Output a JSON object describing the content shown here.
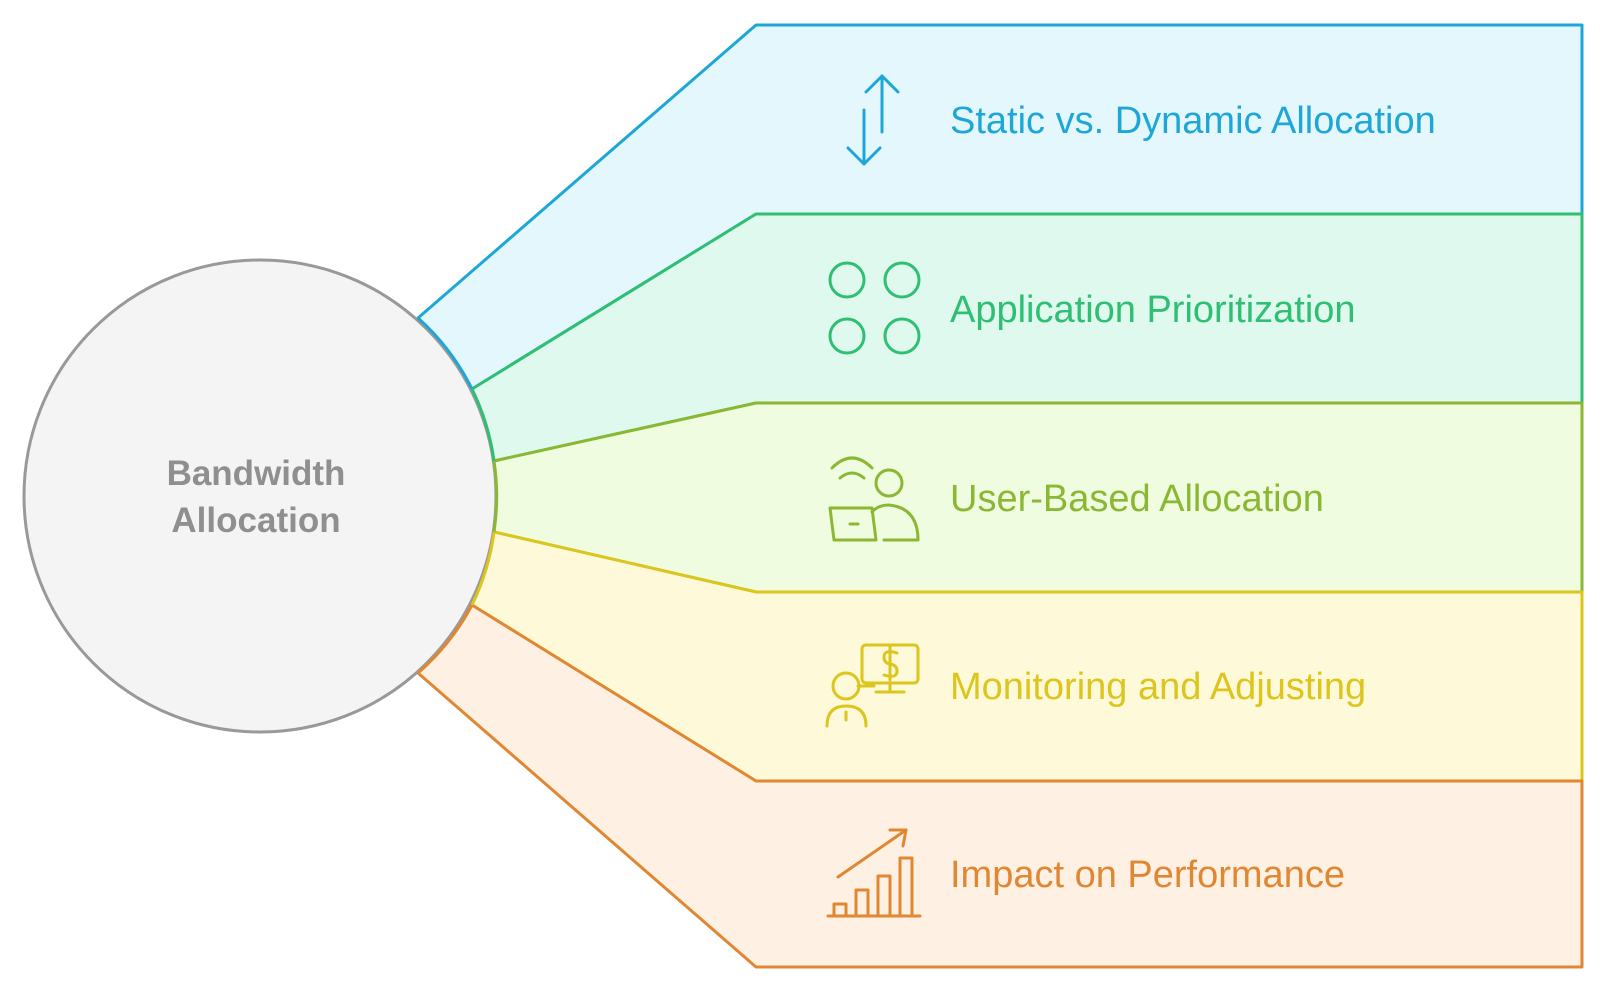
{
  "hub": {
    "label_line1": "Bandwidth",
    "label_line2": "Allocation",
    "fill": "#f4f4f4",
    "stroke": "#999999"
  },
  "bands": [
    {
      "label": "Static vs. Dynamic Allocation",
      "icon": "up-down-arrows-icon",
      "color": "#1ea7d6",
      "fill": "#e4f7fd"
    },
    {
      "label": "Application Prioritization",
      "icon": "four-circles-grid-icon",
      "color": "#2fbf73",
      "fill": "#e0f9ee"
    },
    {
      "label": "User-Based Allocation",
      "icon": "user-with-laptop-icon",
      "color": "#8ab832",
      "fill": "#f0fce0"
    },
    {
      "label": "Monitoring and Adjusting",
      "icon": "user-monitor-dollar-icon",
      "color": "#dcc51c",
      "fill": "#fefad9"
    },
    {
      "label": "Impact on Performance",
      "icon": "bar-chart-trend-icon",
      "color": "#e08733",
      "fill": "#fef0e2"
    }
  ]
}
